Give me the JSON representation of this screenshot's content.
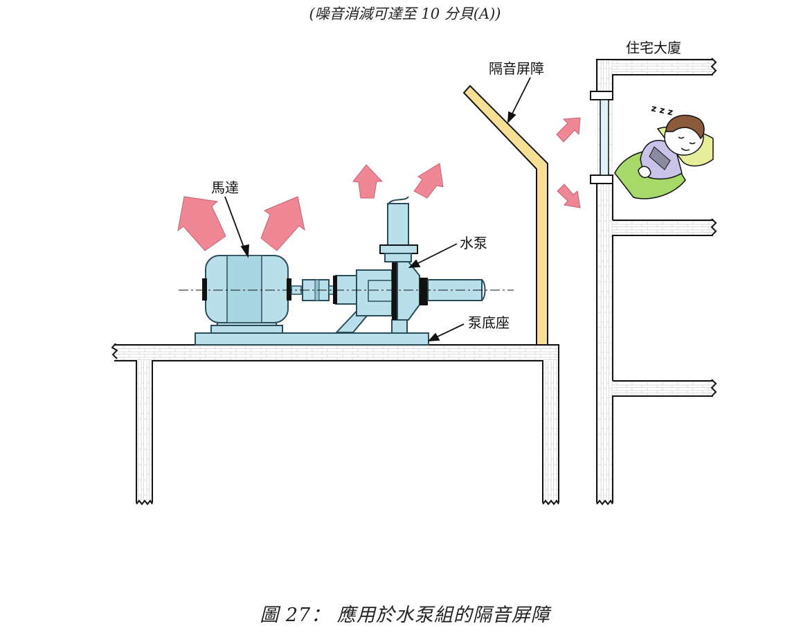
{
  "title": "(噪音消減可達至 10 分貝(A))",
  "caption": "圖 27：  應用於水泵組的隔音屏障",
  "labels": {
    "motor": "馬達",
    "pump": "水泵",
    "pump_base": "泵底座",
    "barrier": "隔音屏障",
    "building": "住宅大廈"
  },
  "snore": "z z z",
  "colors": {
    "machine_fill": "#b9e0ea",
    "machine_stroke": "#2b4b58",
    "barrier_fill": "#f8df96",
    "noise_arrow": "#f08795",
    "wall_texture": "#c8c8c8",
    "pillow": "#e6ee9a",
    "blanket": "#a6d86a",
    "pajama": "#c9c3ea"
  }
}
